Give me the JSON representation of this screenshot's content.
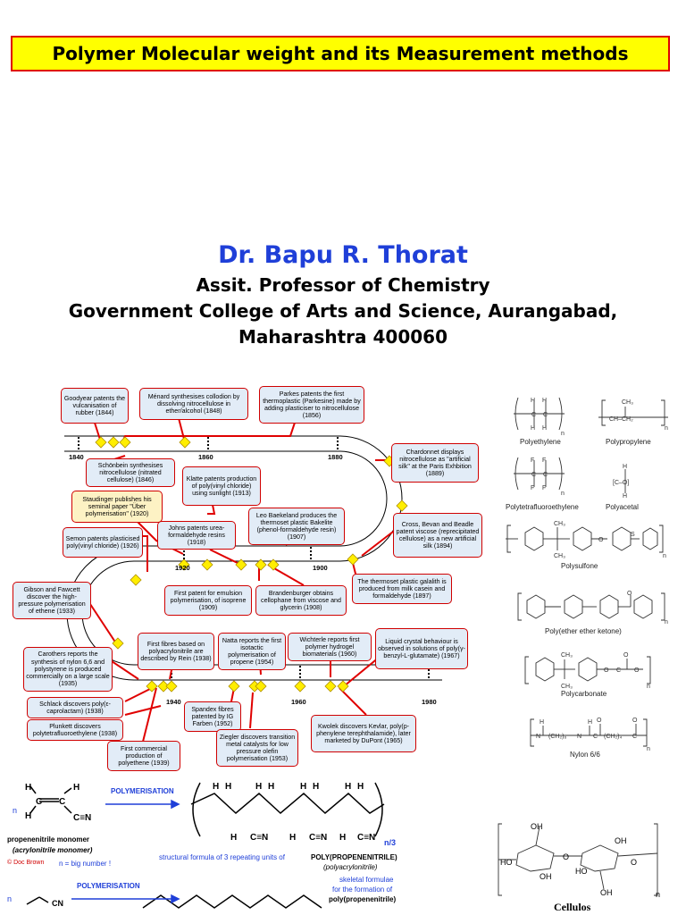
{
  "title": "Polymer Molecular weight and its Measurement methods",
  "author": "Dr. Bapu R. Thorat",
  "affiliation": {
    "line1": "Assit. Professor of Chemistry",
    "line2": "Government College of Arts and Science, Aurangabad,",
    "line3": "Maharashtra 400060"
  },
  "timeline": {
    "years": [
      "1840",
      "1860",
      "1880",
      "1920",
      "1900",
      "1940",
      "1960",
      "1980"
    ],
    "events": [
      "Goodyear patents the vulcanisation of rubber (1844)",
      "Ménard synthesises collodion by dissolving nitrocellulose in ether/alcohol (1848)",
      "Parkes patents the first thermoplastic (Parkesine) made by adding plasticiser to nitrocellulose (1856)",
      "Schönbein synthesises nitrocellulose (nitrated cellulose) (1846)",
      "Klatte patents production of poly(vinyl chloride) using sunlight (1913)",
      "Chardonnet displays nitrocellulose as \"artificial silk\" at the Paris Exhbition (1889)",
      "Staudinger publishes his seminal paper \"Über polymerisation\" (1920)",
      "Leo Baekeland produces the thermoset plastic Bakelite (phenol-formaldehyde resin) (1907)",
      "Johns patents urea-formaldehyde resins (1918)",
      "Semon patents plasticised poly(vinyl chloride) (1926)",
      "Cross, Bevan and Beadle patent viscose (reprecipitated cellulose) as a new artificial silk (1894)",
      "Gibson and Fawcett discover the high-pressure polymerisation of ethene (1933)",
      "First patent for emulsion polymerisation, of isoprene (1909)",
      "Brandenburger obtains cellophane from viscose and glycerin (1908)",
      "The thermoset plastic galalith is produced from milk casein and formaldehyde (1897)",
      "First fibres based on polyacrylonitrile are described by Rein (1938)",
      "Natta reports the first isotactic polymerisation of propene (1954)",
      "Wichterle reports first polymer hydrogel biomaterials (1960)",
      "Liquid crystal behaviour is observed in solutions of poly(γ-benzyl-L-glutamate) (1967)",
      "Carothers reports the synthesis of nylon 6,6 and polystyrene is produced commercially on a large scale (1935)",
      "Schlack discovers poly(ε-caprolactam) (1938)",
      "Plunkett discovers polytetrafluoroethylene (1938)",
      "Spandex fibres patented by IG Farben (1952)",
      "Ziegler discovers transition metal catalysts for low pressure olefin polymerisation (1953)",
      "Kwolek discovers Kevlar, poly(p-phenylene terephthalamide), later marketed by DuPont (1965)",
      "First commercial production of polyethene (1939)"
    ]
  },
  "polymers": {
    "labels": [
      "Polyethylene",
      "Polypropylene",
      "Polytetrafluoroethylene",
      "Polyacetal",
      "Polysulfone",
      "Poly(ether ether ketone)",
      "Polycarbonate",
      "Nylon 6/6"
    ],
    "cellulose_label": "Cellulos"
  },
  "reaction": {
    "arrow_label": "POLYMERISATION",
    "n": "n",
    "monomer_name": "propenenitrile monomer",
    "monomer_alt": "(acrylonitrile monomer)",
    "copyright": "© Doc Brown",
    "n_note": "n = big number !",
    "repeat_note": "structural formula of 3 repeating units of",
    "polymer_name": "POLY(PROPENENITRILE)",
    "polymer_alt": "(polyacrylonitrile)",
    "n3": "n/3",
    "skeletal_note1": "skeletal formulae",
    "skeletal_note2": "for the formation of",
    "skeletal_note3": "poly(propenenitrile)",
    "cn": "CN"
  }
}
